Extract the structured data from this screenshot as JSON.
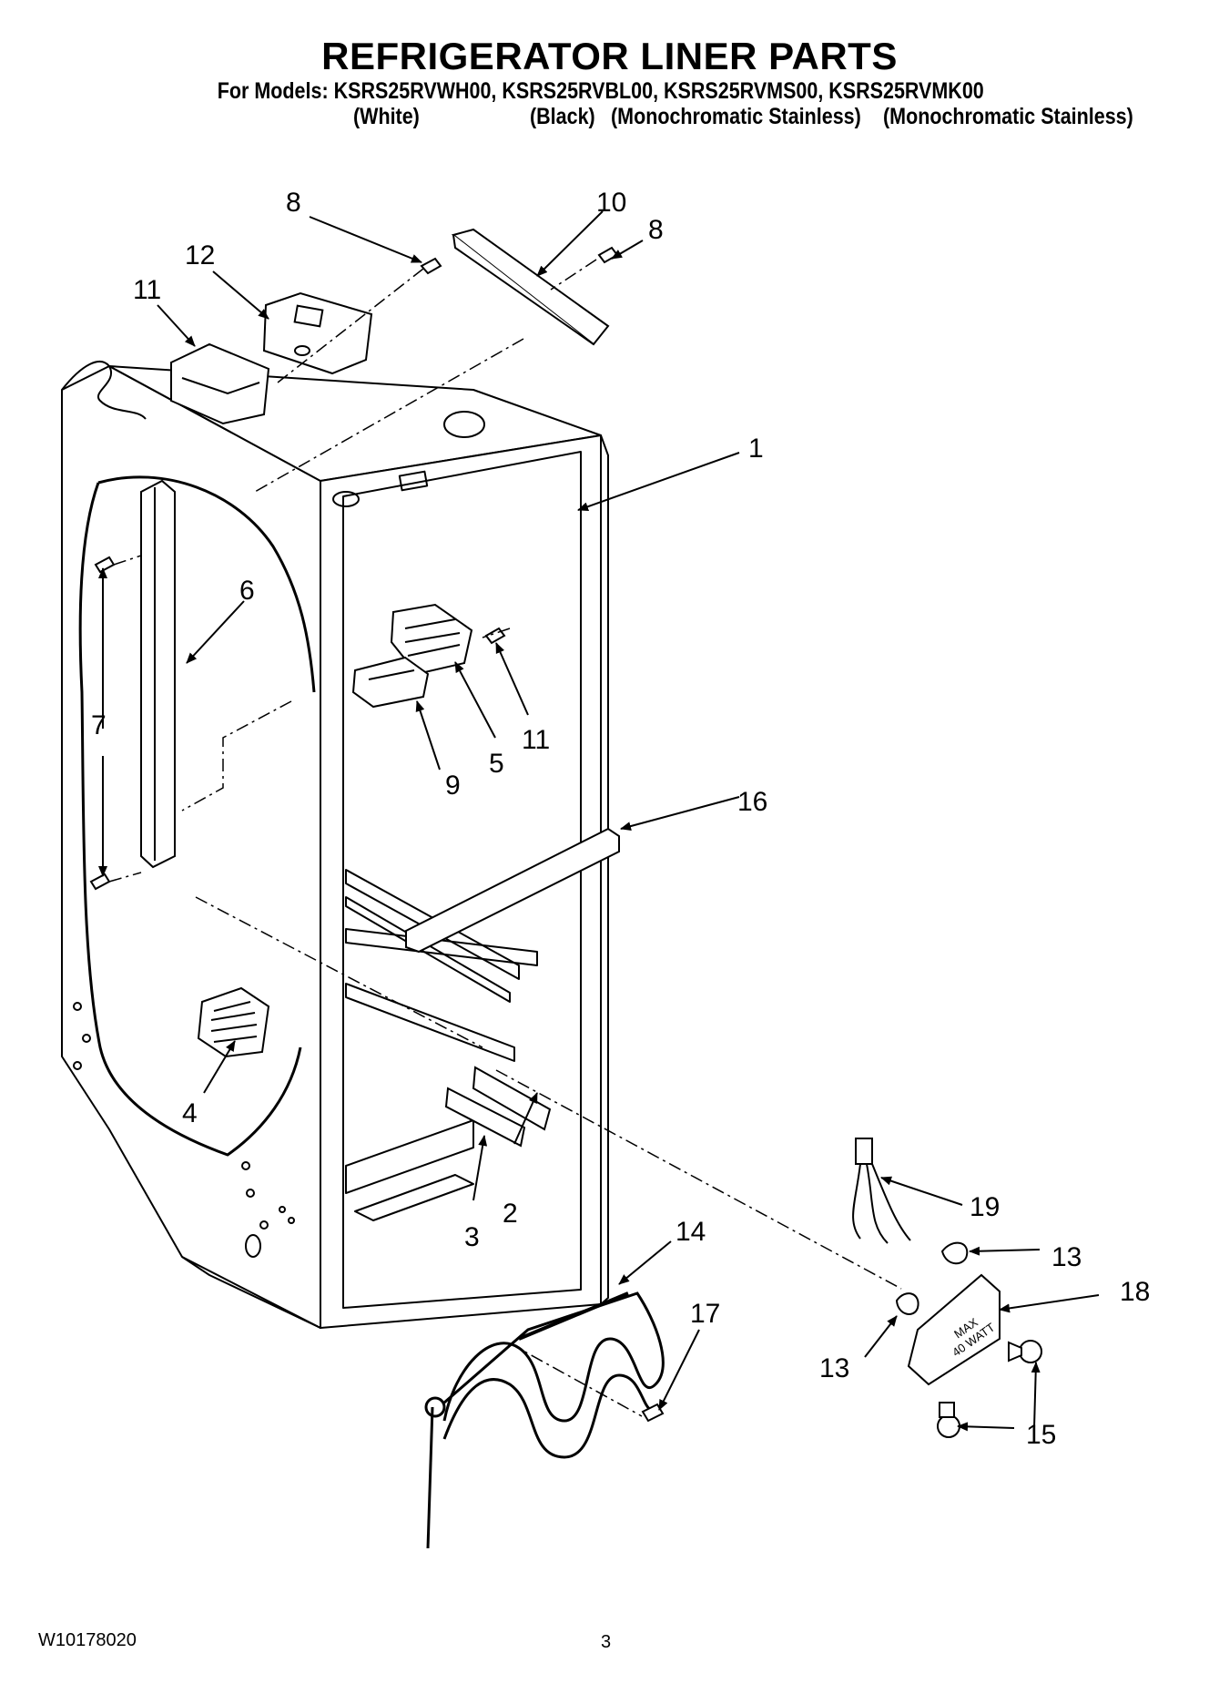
{
  "header": {
    "title": "REFRIGERATOR LINER PARTS",
    "models_line": "For Models: KSRS25RVWH00, KSRS25RVBL00, KSRS25RVMS00, KSRS25RVMK00",
    "colors": [
      "(White)",
      "(Black)",
      "(Monochromatic Stainless)",
      "(Monochromatic Stainless)"
    ]
  },
  "callouts": [
    "1",
    "2",
    "3",
    "4",
    "5",
    "6",
    "7",
    "8",
    "8",
    "9",
    "10",
    "11",
    "11",
    "12",
    "13",
    "13",
    "14",
    "15",
    "16",
    "17",
    "18",
    "19"
  ],
  "part_labels": {
    "lamp_housing": [
      "MAX",
      "40 WATT"
    ]
  },
  "footer": {
    "document_number": "W10178020",
    "page_number": "3"
  }
}
